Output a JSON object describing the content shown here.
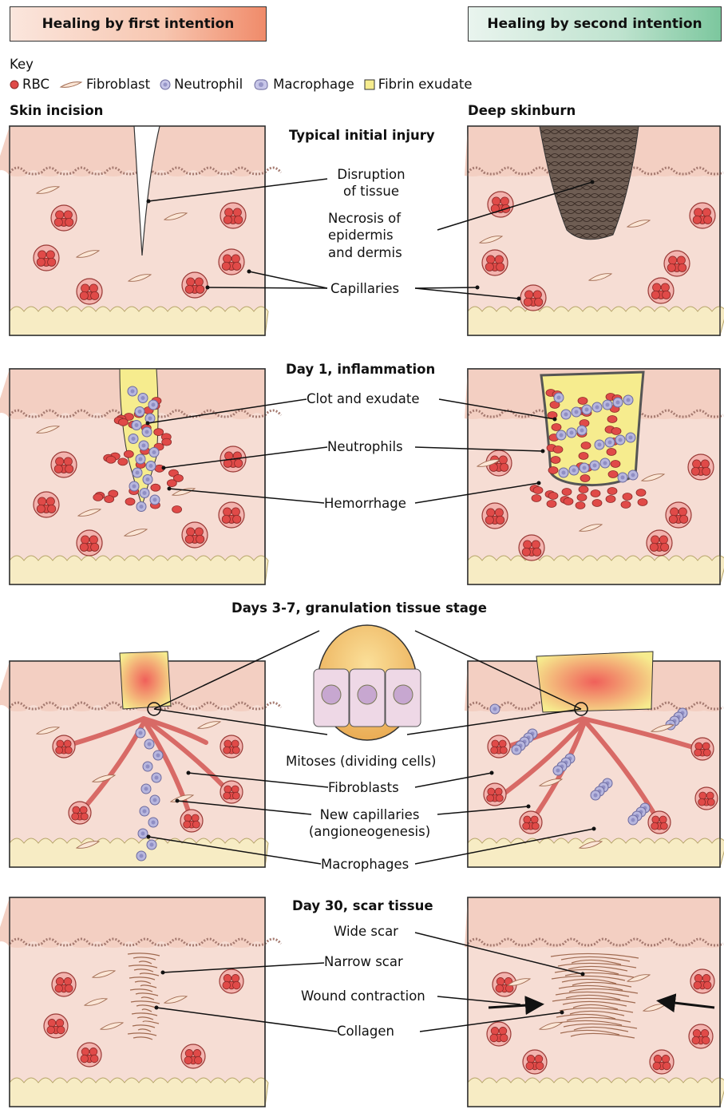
{
  "headers": {
    "first_intention": "Healing by first intention",
    "second_intention": "Healing by second intention"
  },
  "key": {
    "title": "Key",
    "items": [
      {
        "label": "RBC",
        "icon": "rbc-icon"
      },
      {
        "label": "Fibroblast",
        "icon": "fibroblast-icon"
      },
      {
        "label": "Neutrophil",
        "icon": "neutrophil-icon"
      },
      {
        "label": "Macrophage",
        "icon": "macrophage-icon"
      },
      {
        "label": "Fibrin exudate",
        "icon": "fibrin-icon"
      }
    ]
  },
  "columns": {
    "left_title": "Skin incision",
    "right_title": "Deep skinburn"
  },
  "stages": {
    "initial": {
      "title": "Typical initial injury",
      "labels": [
        "Disruption",
        "of tissue",
        "Necrosis of",
        "epidermis",
        "and dermis",
        "Capillaries"
      ]
    },
    "day1": {
      "title": "Day 1, inflammation",
      "labels": [
        "Clot and exudate",
        "Neutrophils",
        "Hemorrhage"
      ]
    },
    "days37": {
      "title": "Days 3-7, granulation tissue stage",
      "labels": [
        "Mitoses (dividing cells)",
        "Fibroblasts",
        "New capillaries",
        "(angioneogenesis)",
        "Macrophages"
      ]
    },
    "day30": {
      "title": "Day 30, scar tissue",
      "labels": [
        "Wide scar",
        "Narrow scar",
        "Wound contraction",
        "Collagen"
      ]
    }
  },
  "colors": {
    "skin_top": "#f3cfc2",
    "skin_dermis": "#f6ddd4",
    "fat": "#f7ecc4",
    "rbc": "#e04a48",
    "neutrophil": "#b7b6de",
    "fibrin": "#f6ec8e",
    "necrosis": "#6b5a50",
    "header_first": "#f08b6a",
    "header_second": "#7cc79e"
  }
}
